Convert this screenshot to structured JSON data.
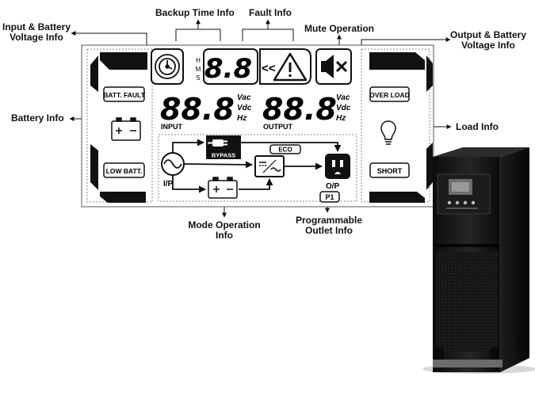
{
  "callouts": {
    "backup_time": "Backup Time Info",
    "fault": "Fault Info",
    "mute": "Mute Operation",
    "input_battery_line1": "Input & Battery",
    "input_battery_line2": "Voltage Info",
    "output_battery_line1": "Output & Battery",
    "output_battery_line2": "Voltage Info",
    "battery": "Battery Info",
    "load": "Load Info",
    "mode_line1": "Mode Operation",
    "mode_line2": "Info",
    "outlet_line1": "Programmable",
    "outlet_line2": "Outlet Info"
  },
  "lcd": {
    "batt_fault": "BATT. FAULT",
    "low_batt": "LOW BATT.",
    "over_load": "OVER LOAD",
    "short": "SHORT",
    "time_unit_h": "H",
    "time_unit_m": "M",
    "time_unit_s": "S",
    "time_digits": "8.8",
    "chevrons": "<<",
    "input_digits": "88.8",
    "output_digits": "88.8",
    "unit_vac": "Vac",
    "unit_vdc": "Vdc",
    "unit_hz": "Hz",
    "input_label": "INPUT",
    "output_label": "OUTPUT",
    "bypass": "BYPASS",
    "eco": "ECO",
    "ip": "I/P",
    "op": "O/P",
    "p1": "P1"
  },
  "icons": [
    "clock-icon",
    "warning-icon",
    "speaker-mute-icon",
    "battery-icon",
    "bulb-icon",
    "plug-icon",
    "sine-wave-icon",
    "inverter-icon",
    "outlet-icon"
  ]
}
